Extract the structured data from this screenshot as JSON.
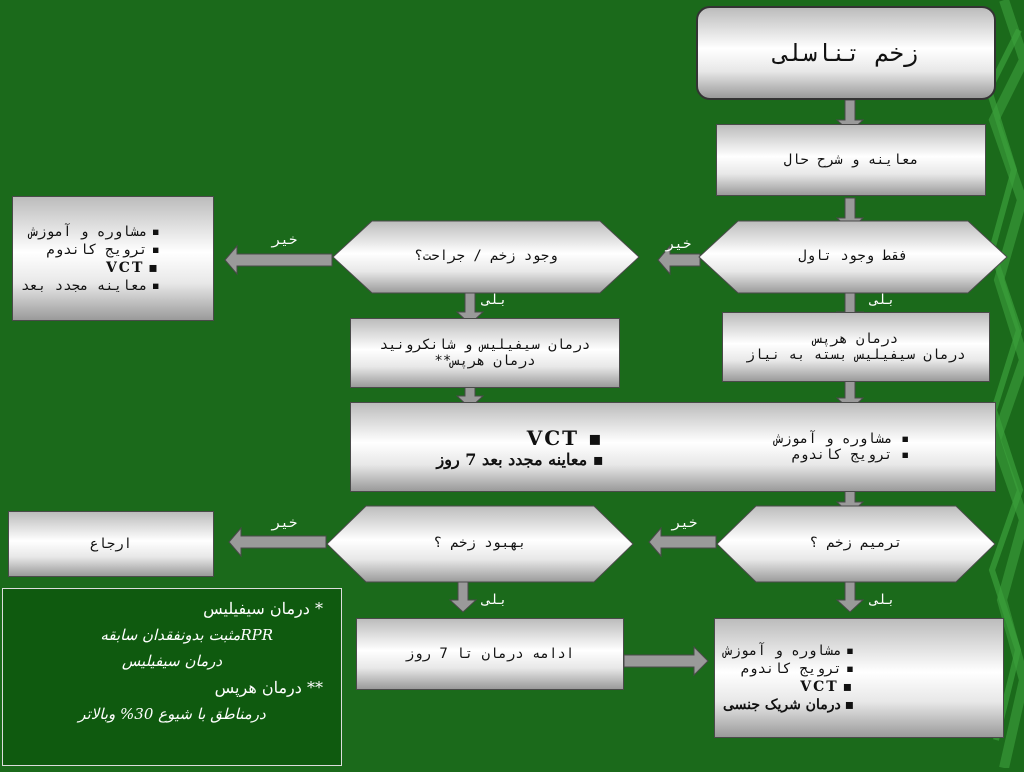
{
  "title": "زخم تناسلی",
  "exam": "معاینه و شرح حال",
  "decision_ulcer_only": "فقط وجود تاول",
  "decision_wound_surgery": "وجود زخم / جراحت؟",
  "decision_healed": "ترمیم زخم ؟",
  "decision_improved": "بهبود زخم ؟",
  "left_list": [
    "مشاوره و آموزش",
    "ترویج کاندوم",
    "VCT",
    "معاینه مجدد بعد"
  ],
  "herpes_box": [
    "درمان هرپس",
    "درمان سیفیلیس بسته به نیاز"
  ],
  "syph_box": [
    "درمان سیفیلیس و شانکرونید",
    "درمان هرپس**"
  ],
  "middle_box": {
    "right": [
      "مشاوره و آموزش",
      "ترویج کاندوم"
    ],
    "left": [
      "VCT",
      "معاینه مجدد بعد 7 روز"
    ]
  },
  "referral": "ارجاع",
  "continue": "ادامه درمان تا 7 روز",
  "final_list": [
    "مشاوره و آموزش",
    "ترویج کاندوم",
    "VCT",
    "درمان شریک جنسی"
  ],
  "labels": {
    "no": "خیر",
    "yes": "بلی"
  },
  "notes": {
    "n1": "* درمان سیفیلیس",
    "n2": "RPRمثبت بدونفقدان سابقه",
    "n3": "درمان سیفیلیس",
    "n4": "** درمان هرپس",
    "n5": "درمناطق با شیوع 30% وبالاتر"
  },
  "colors": {
    "background": "#1b6a1b",
    "arrow": "#9a9a9a"
  }
}
